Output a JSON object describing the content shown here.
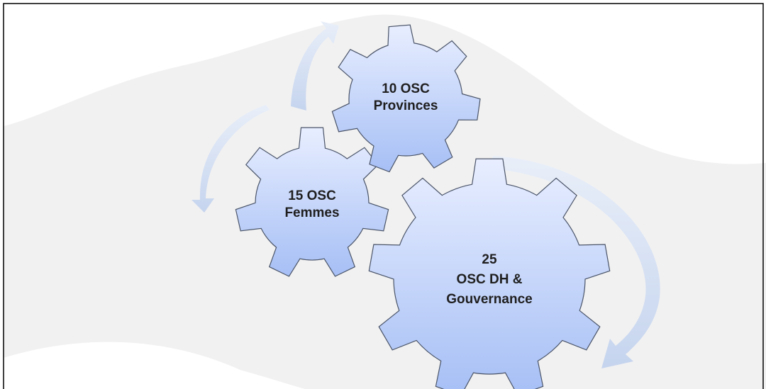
{
  "gears": [
    {
      "id": "provinces",
      "lines": [
        "10 OSC",
        "Provinces"
      ]
    },
    {
      "id": "femmes",
      "lines": [
        "15 OSC",
        "Femmes"
      ]
    },
    {
      "id": "dh-gouvernance",
      "lines": [
        "25",
        "OSC DH &",
        "Gouvernance"
      ]
    }
  ],
  "colors": {
    "gear_top": "#e8eeff",
    "gear_bottom": "#a6bff5",
    "gear_stroke": "#4a5468",
    "arrow": "#d3def3",
    "background_blob": "#f1f1f1",
    "border": "#000000"
  }
}
